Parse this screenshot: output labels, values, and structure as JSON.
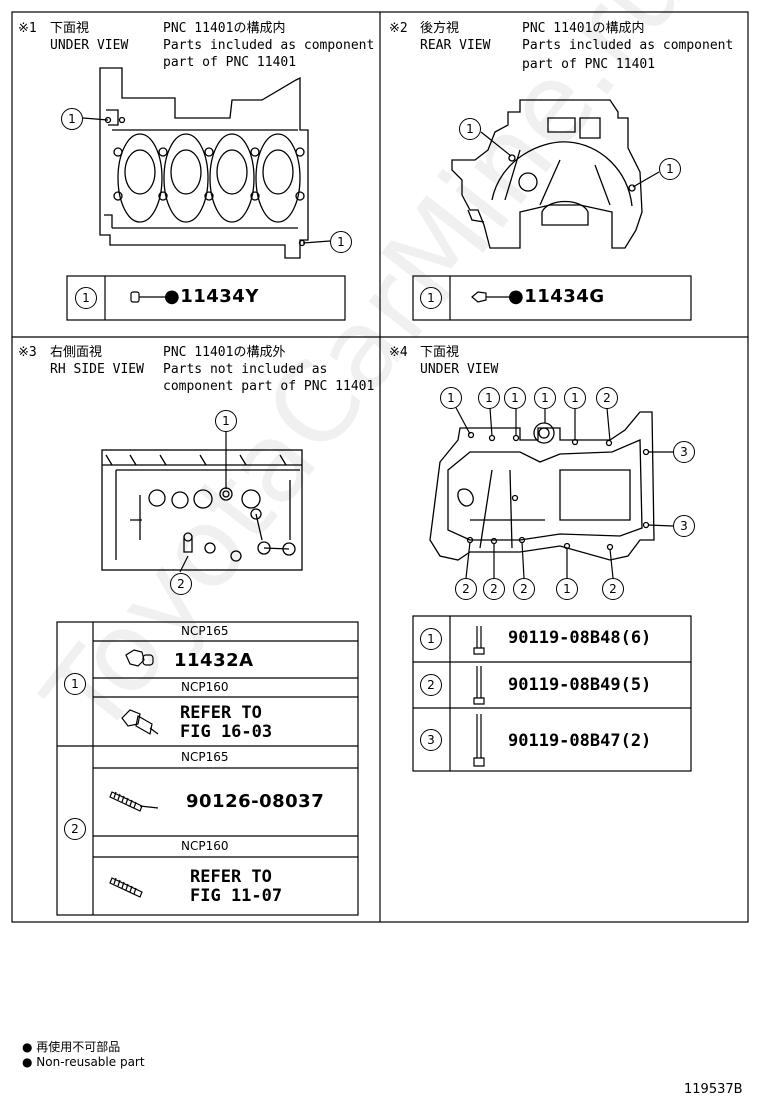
{
  "watermark": "ToyotaCarMine.ru",
  "panel1": {
    "mark": "※1",
    "title_ja": "下面視",
    "title_en": "UNDER VIEW",
    "desc1": "PNC 11401の構成内",
    "desc2": "Parts included as component",
    "desc3": "part of PNC 11401",
    "callout": "1",
    "table_ref": "1",
    "part_number": "●11434Y"
  },
  "panel2": {
    "mark": "※2",
    "title_ja": "後方視",
    "title_en": "REAR VIEW",
    "desc1": "PNC 11401の構成内",
    "desc2": "Parts included as component",
    "desc3": "part of PNC 11401",
    "callout": "1",
    "table_ref": "1",
    "part_number": "●11434G"
  },
  "panel3": {
    "mark": "※3",
    "title_ja": "右側面視",
    "title_en": "RH SIDE VIEW",
    "desc1": "PNC 11401の構成外",
    "desc2": "Parts not included as",
    "desc3": "component part of PNC 11401",
    "callout1": "1",
    "callout2": "2",
    "rows": [
      {
        "ref": "1",
        "variant_a": "NCP165",
        "part_a": "11432A",
        "variant_b": "NCP160",
        "part_b_line1": "REFER TO",
        "part_b_line2": "FIG 16-03"
      },
      {
        "ref": "2",
        "variant_a": "NCP165",
        "part_a": "90126-08037",
        "variant_b": "NCP160",
        "part_b_line1": "REFER TO",
        "part_b_line2": "FIG 11-07"
      }
    ]
  },
  "panel4": {
    "mark": "※4",
    "title_ja": "下面視",
    "title_en": "UNDER VIEW",
    "callouts": [
      "1",
      "1",
      "1",
      "1",
      "1",
      "2",
      "3",
      "3",
      "2",
      "2",
      "2",
      "1",
      "2"
    ],
    "rows": [
      {
        "ref": "1",
        "part": "90119-08B48(6)"
      },
      {
        "ref": "2",
        "part": "90119-08B49(5)"
      },
      {
        "ref": "3",
        "part": "90119-08B47(2)"
      }
    ]
  },
  "legend": {
    "line1": "● 再使用不可部品",
    "line2": "● Non-reusable part"
  },
  "figure_id": "119537B"
}
